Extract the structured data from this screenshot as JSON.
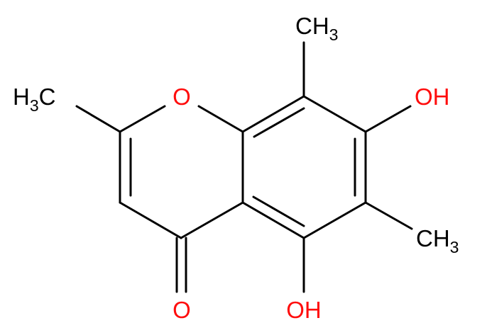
{
  "molecule": {
    "atoms": {
      "ring_oxygen": {
        "label": "O",
        "color": "#ff0d0d"
      },
      "carbonyl_oxygen": {
        "label": "O",
        "color": "#ff0d0d"
      },
      "hydroxyl_5": {
        "label": "OH",
        "color": "#ff0d0d"
      },
      "hydroxyl_7": {
        "label": "OH",
        "color": "#ff0d0d"
      },
      "methyl_2": {
        "label": "H",
        "sub": "3",
        "suffix": "C",
        "color": "#000000"
      },
      "methyl_6": {
        "label": "CH",
        "sub": "3",
        "color": "#000000"
      },
      "methyl_8": {
        "label": "CH",
        "sub": "3",
        "color": "#000000"
      }
    },
    "colors": {
      "bond": "#000000",
      "heteroatom": "#ff0d0d",
      "background": "#ffffff"
    }
  }
}
